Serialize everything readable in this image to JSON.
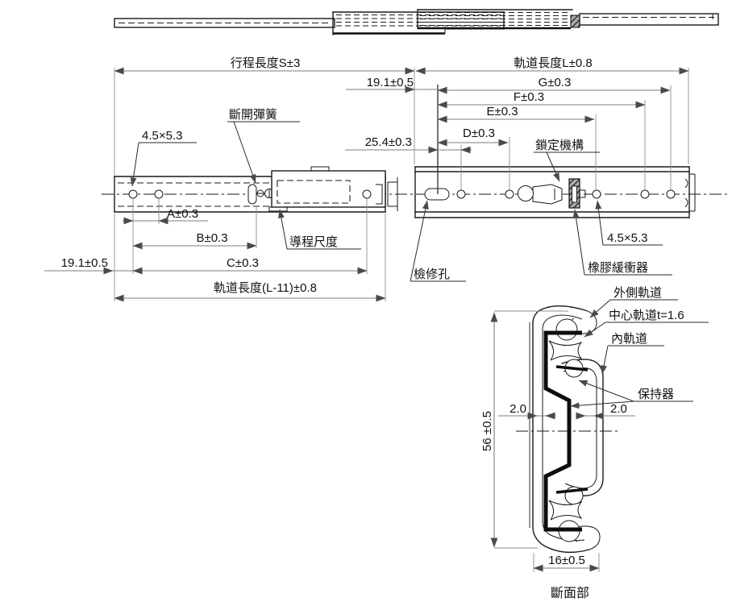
{
  "colors": {
    "line": "#1a1a1a",
    "dimension": "#7e7e7e",
    "background": "#ffffff",
    "bumper_fill": "#aaaaaa"
  },
  "main_view": {
    "dims": {
      "stroke_length": "行程長度S±3",
      "rail_length": "軌道長度L±0.8",
      "end_offset_top": "19.1±0.5",
      "g": "G±0.3",
      "f": "F±0.3",
      "e": "E±0.3",
      "d": "D±0.3",
      "pitch_25": "25.4±0.3",
      "a": "A±0.3",
      "b": "B±0.3",
      "c": "C±0.3",
      "end_offset_bottom": "19.1±0.5",
      "rail_length_minus11": "軌道長度(L-11)±0.8",
      "slot_left": "4.5×5.3",
      "slot_right": "4.5×5.3"
    },
    "labels": {
      "disconnect_spring": "斷開彈簧",
      "lead_dimension": "導程尺度",
      "inspection_hole": "檢修孔",
      "lock_mechanism": "鎖定機構",
      "rubber_bumper": "橡膠緩衝器"
    }
  },
  "section_view": {
    "labels": {
      "outer_rail": "外側軌道",
      "center_rail": "中心軌道t=1.6",
      "inner_rail": "內軌道",
      "retainer": "保持器"
    },
    "dims": {
      "height": "56 ±0.5",
      "clearance_left": "2.0",
      "clearance_right": "2.0",
      "width": "16±0.5"
    },
    "caption": "斷面部"
  }
}
